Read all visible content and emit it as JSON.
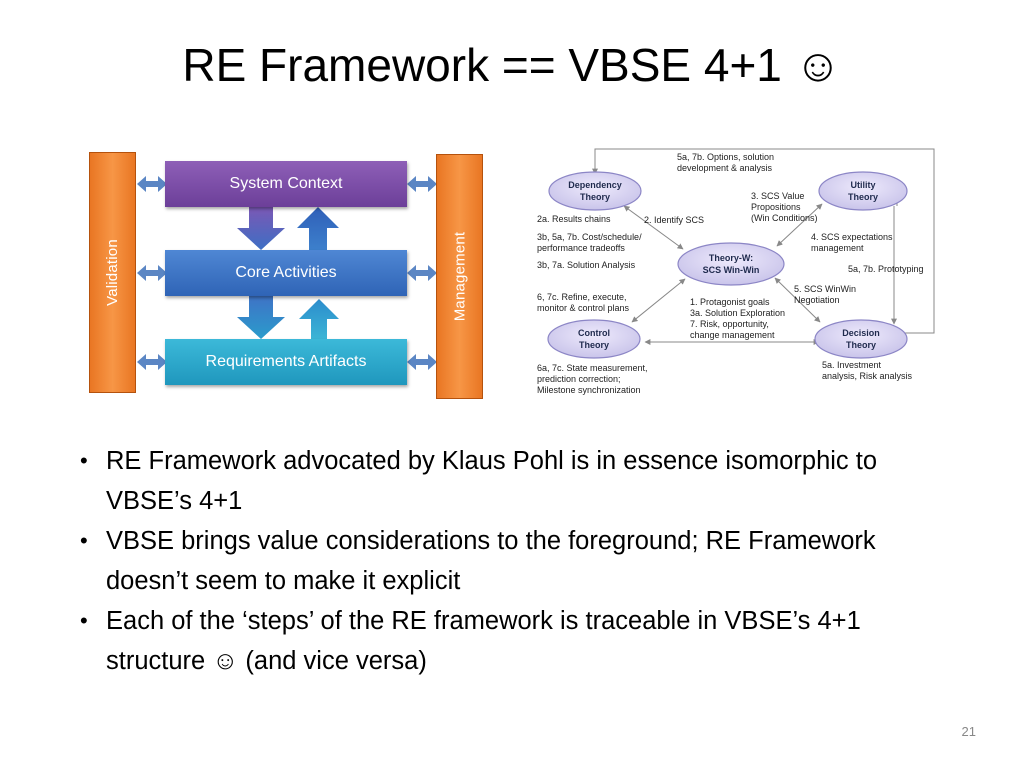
{
  "slide": {
    "title": "RE Framework == VBSE 4+1 ☺",
    "page_number": "21"
  },
  "framework": {
    "left_bar": "Validation",
    "right_bar": "Management",
    "boxes": [
      "System Context",
      "Core Activities",
      "Requirements Artifacts"
    ],
    "colors": {
      "orange": "#f79646",
      "purple": "#7b4ea8",
      "blue": "#3a73c4",
      "teal": "#2aa6cc",
      "arrow": "#5b86c4"
    }
  },
  "vbse": {
    "nodes": {
      "dependency": "Dependency\nTheory",
      "utility": "Utility\nTheory",
      "theory_w": "Theory-W:\nSCS Win-Win",
      "control": "Control\nTheory",
      "decision": "Decision\nTheory"
    },
    "labels": {
      "options": "5a, 7b. Options, solution\ndevelopment & analysis",
      "value_props": "3. SCS Value\nPropositions\n(Win Conditions)",
      "results_chains": "2a. Results chains",
      "identify_scs": "2. Identify SCS",
      "tradeoffs": "3b, 5a, 7b. Cost/schedule/\nperformance tradeoffs",
      "solution_analysis": "3b, 7a. Solution Analysis",
      "expectations": "4. SCS expectations\nmanagement",
      "prototyping": "5a, 7b. Prototyping",
      "refine": "6, 7c. Refine, execute,\nmonitor & control plans",
      "protagonist": "1. Protagonist goals\n3a. Solution Exploration\n7. Risk, opportunity,\nchange management",
      "winwin": "5. SCS WinWin\nNegotiation",
      "state_measurement": "6a, 7c. State measurement,\nprediction correction;\nMilestone synchronization",
      "investment": "5a. Investment\nanalysis, Risk analysis"
    },
    "colors": {
      "node_fill": "#d9d6f0",
      "node_stroke": "#8c86c6",
      "line": "#888888"
    }
  },
  "bullets": [
    "RE Framework advocated by Klaus Pohl is in essence isomorphic to VBSE’s 4+1",
    "VBSE brings value considerations to the foreground; RE Framework doesn’t seem to make it explicit",
    "Each of the ‘steps’ of the RE framework is traceable in VBSE’s 4+1 structure ☺ (and vice versa)"
  ],
  "icons": {
    "smiley": "smiley-icon",
    "bullet": "bullet-dot"
  }
}
